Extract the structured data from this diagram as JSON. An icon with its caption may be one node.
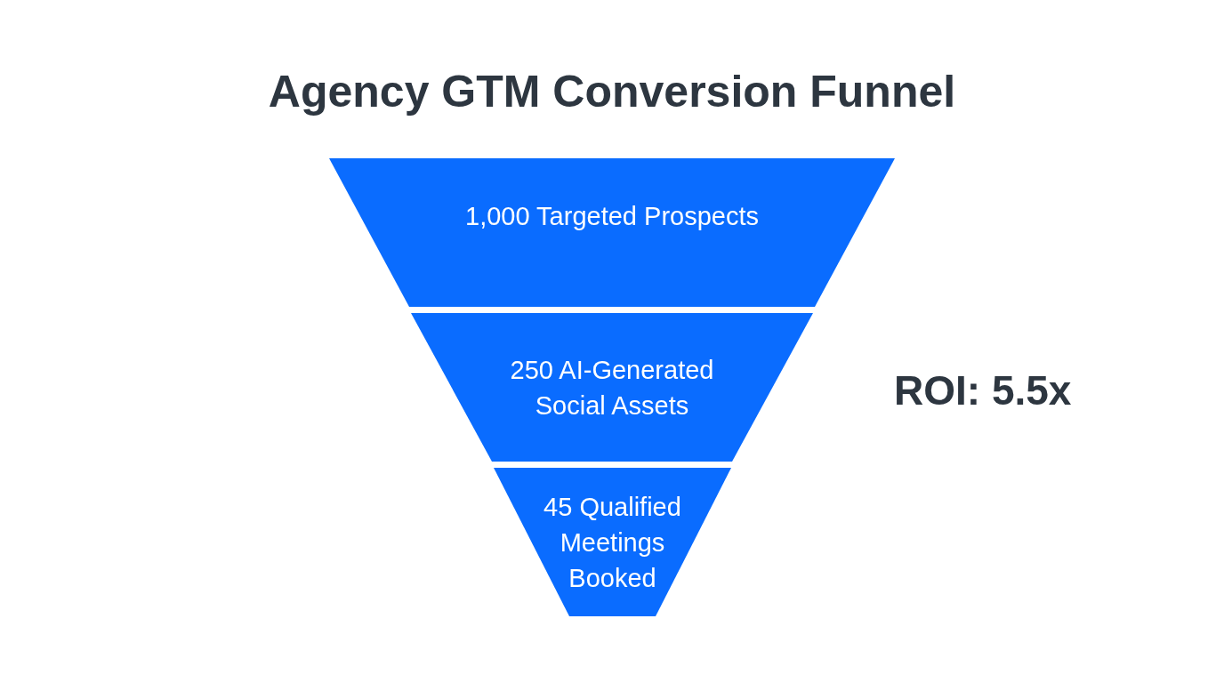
{
  "diagram": {
    "title": "Agency GTM Conversion Funnel",
    "nodes": [
      {
        "text": [
          "1,000 Targeted Prospects"
        ]
      },
      {
        "text": [
          "250 AI-Generated Social Assets"
        ]
      },
      {
        "text": [
          "45 Qualified Meetings Booked"
        ]
      }
    ],
    "labels": [
      "ROI: 5.5x"
    ]
  }
}
